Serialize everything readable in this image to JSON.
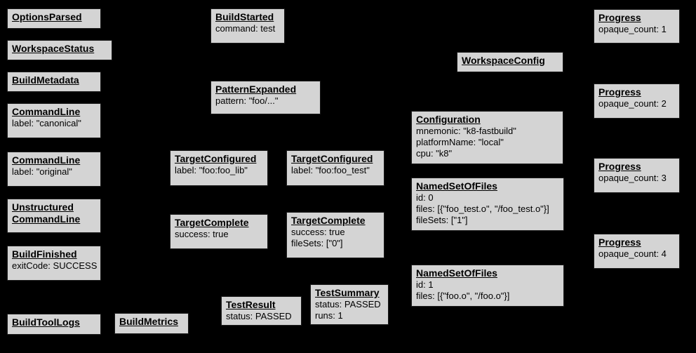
{
  "colors": {
    "background": "#000000",
    "node_fill": "#d4d4d4",
    "node_border": "#1c1c1c",
    "text": "#000000"
  },
  "nodes": [
    {
      "title": "OptionsParsed",
      "lines": []
    },
    {
      "title": "WorkspaceStatus",
      "lines": []
    },
    {
      "title": "BuildMetadata",
      "lines": []
    },
    {
      "title": "CommandLine",
      "lines": [
        "label: \"canonical\""
      ]
    },
    {
      "title": "CommandLine",
      "lines": [
        "label: \"original\""
      ]
    },
    {
      "title": "Unstructured CommandLine",
      "lines": []
    },
    {
      "title": "BuildFinished",
      "lines": [
        "exitCode: SUCCESS"
      ]
    },
    {
      "title": "BuildToolLogs",
      "lines": []
    },
    {
      "title": "BuildMetrics",
      "lines": []
    },
    {
      "title": "BuildStarted",
      "lines": [
        "command: test"
      ]
    },
    {
      "title": "PatternExpanded",
      "lines": [
        "pattern: \"foo/...\""
      ]
    },
    {
      "title": "TargetConfigured",
      "lines": [
        "label: \"foo:foo_lib\""
      ]
    },
    {
      "title": "TargetComplete",
      "lines": [
        "success: true"
      ]
    },
    {
      "title": "TestResult",
      "lines": [
        "status: PASSED"
      ]
    },
    {
      "title": "TargetConfigured",
      "lines": [
        "label: \"foo:foo_test\""
      ]
    },
    {
      "title": "TargetComplete",
      "lines": [
        "success: true",
        "fileSets: [\"0\"]"
      ]
    },
    {
      "title": "TestSummary",
      "lines": [
        "status: PASSED",
        "runs: 1"
      ]
    },
    {
      "title": "WorkspaceConfig",
      "lines": []
    },
    {
      "title": "Configuration",
      "lines": [
        "mnemonic: \"k8-fastbuild\"",
        "platformName: \"local\"",
        "cpu: \"k8\""
      ]
    },
    {
      "title": "NamedSetOfFiles",
      "lines": [
        "id: 0",
        "files: [{\"foo_test.o\", \"/foo_test.o\"}]",
        "fileSets: [\"1\"]"
      ]
    },
    {
      "title": "NamedSetOfFiles",
      "lines": [
        "id: 1",
        "files: [{\"foo.o\", \"/foo.o\"}]"
      ]
    },
    {
      "title": "Progress",
      "lines": [
        "opaque_count: 1"
      ]
    },
    {
      "title": "Progress",
      "lines": [
        "opaque_count: 2"
      ]
    },
    {
      "title": "Progress",
      "lines": [
        "opaque_count: 3"
      ]
    },
    {
      "title": "Progress",
      "lines": [
        "opaque_count: 4"
      ]
    }
  ]
}
